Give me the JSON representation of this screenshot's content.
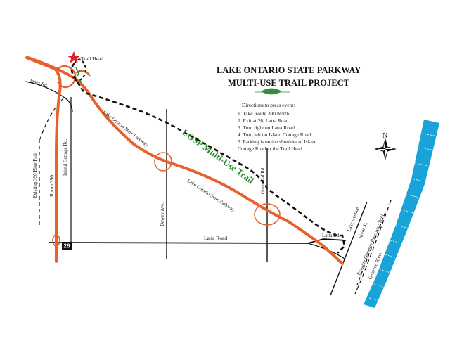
{
  "title": {
    "line1": "LAKE ONTARIO STATE PARKWAY",
    "line2": "MULTI-USE TRAIL PROJECT"
  },
  "directions": {
    "heading": "Directions to press event:",
    "steps": [
      "1.   Take Route 390 North",
      "2.   Exit at 26, Latta Road",
      "3.   Turn right on Latta Road",
      "4.   Turn left on Island Cottage Road",
      "5.   Parking is on the shoulder of Island",
      "      Cottage Road at the Trail Head"
    ]
  },
  "labels": {
    "trail_head": "Trail Head",
    "janes_rd": "Janes Rd.",
    "island_cottage_rd": "Island Cottage Rd.",
    "route_390": "Route 390",
    "existing_bike_path": "Existing 390 Bike Path",
    "losp_upper": "Lake Ontario State Parkway",
    "losp_lower": "Lake Ontario State Parkway",
    "trail_name": "LOSP Multi-Use Trail",
    "dewey_ave": "Dewey Ave.",
    "greenleaf_rd": "Greenleaf Rd.",
    "latta_road": "Latta Road",
    "latta_rd": "Latta Rd.",
    "lake_avenue": "Lake Avenue",
    "river_st": "River St.",
    "genesee_trail": "Existing Genesee Riverway Trail",
    "genesee_river": "Genesee River",
    "exit_number": "26",
    "north": "N"
  },
  "colors": {
    "parkway": "#e8612c",
    "road": "#111111",
    "trail": "#111111",
    "river": "#1aa3d9",
    "trail_head_star": "#e0202a",
    "title_leaf": "#2f8f3f",
    "trail_label": "#2a8a2a"
  }
}
